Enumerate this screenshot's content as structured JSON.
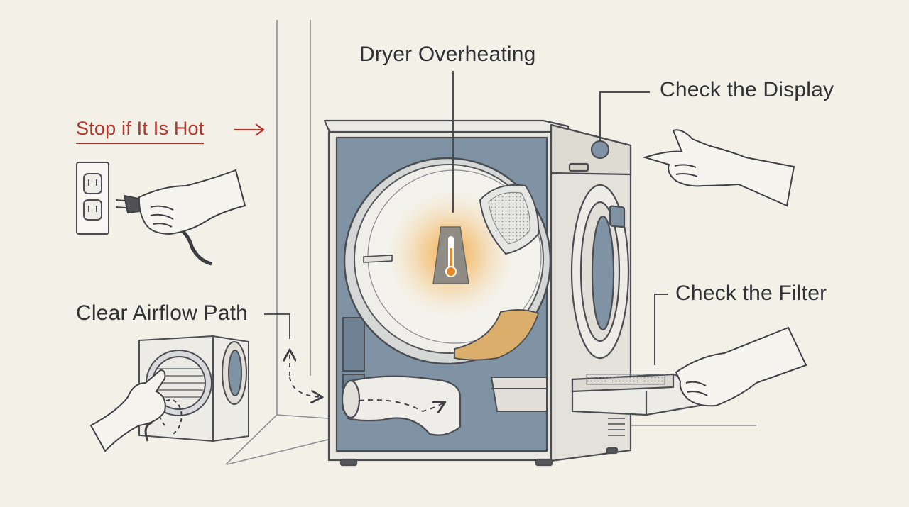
{
  "title": "Dryer Overheating",
  "callouts": {
    "stop": "Stop if It Is Hot",
    "display": "Check the Display",
    "filter": "Check the Filter",
    "airflow": "Clear Airflow Path"
  },
  "colors": {
    "background": "#f3f0e8",
    "line": "#4b4d52",
    "warning": "#b3362c",
    "dryer_interior": "#7f93a5",
    "heat_glow": "#f2a640"
  },
  "icons": [
    "thermometer-icon",
    "arrow-right-icon",
    "wall-outlet-icon",
    "power-plug-icon",
    "lint-filter-icon"
  ]
}
